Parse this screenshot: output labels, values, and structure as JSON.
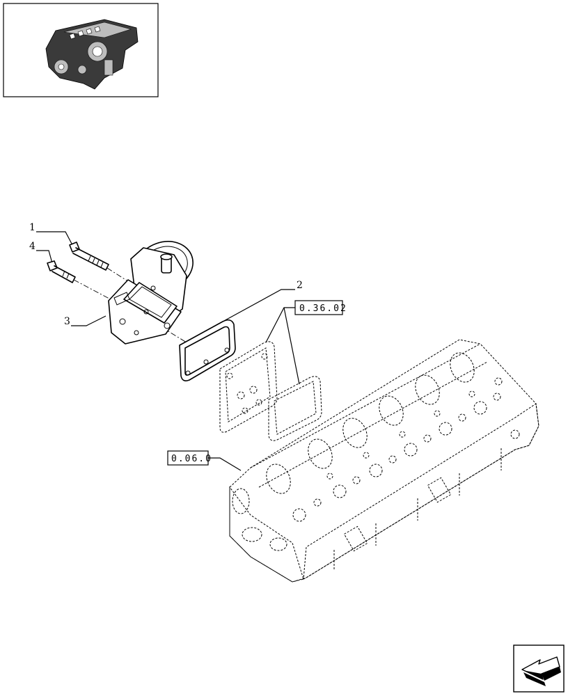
{
  "callouts": [
    {
      "id": "1",
      "label": "1"
    },
    {
      "id": "2",
      "label": "2"
    },
    {
      "id": "3",
      "label": "3"
    },
    {
      "id": "4",
      "label": "4"
    }
  ],
  "references": {
    "gasket_ref": "0.36.02",
    "head_ref": "0.06.0"
  },
  "icons": {
    "thumbnail": "engine-thumbnail-icon",
    "nav": "next-page-arrow-icon"
  },
  "colors": {
    "line": "#000000",
    "background": "#ffffff"
  }
}
